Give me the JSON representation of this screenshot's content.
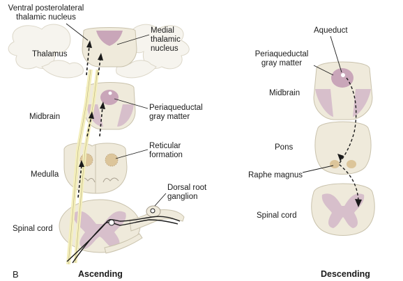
{
  "labels": {
    "vpl": "Ventral posterolateral\nthalamic nucleus",
    "medial": "Medial\nthalamic\nnucleus",
    "thalamus": "Thalamus",
    "midbrain_left": "Midbrain",
    "pag_left": "Periaqueductal\ngray matter",
    "reticular": "Reticular\nformation",
    "medulla": "Medulla",
    "drg": "Dorsal root\nganglion",
    "spinal_left": "Spinal cord",
    "panel": "B",
    "ascending": "Ascending",
    "aqueduct": "Aqueduct",
    "pag_right": "Periaqueductal\ngray matter",
    "midbrain_right": "Midbrain",
    "pons": "Pons",
    "raphe": "Raphe magnus",
    "spinal_right": "Spinal cord",
    "descending": "Descending"
  },
  "colors": {
    "tissue": "#efeadb",
    "tissue_edge": "#c9c2ac",
    "gray_matter": "#d7bfcb",
    "pag": "#c9a6b9",
    "nucleus_tan": "#dcc59a",
    "fiber": "#f4efbc",
    "leader": "#1a1a1a"
  }
}
